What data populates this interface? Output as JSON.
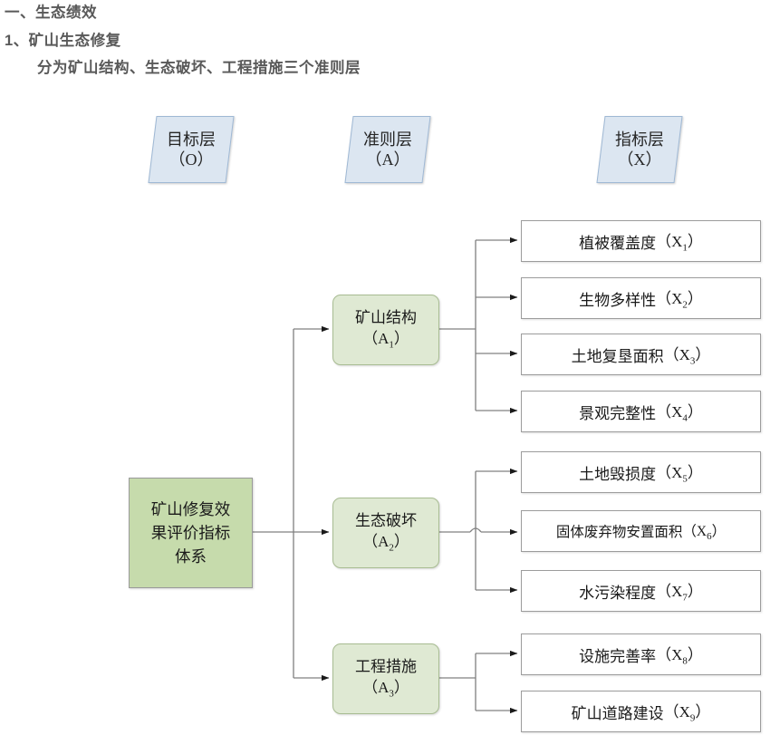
{
  "headings": {
    "line1": "一、生态绩效",
    "line2": "1、矿山生态修复",
    "line3": "分为矿山结构、生态破坏、工程措施三个准则层"
  },
  "banners": [
    {
      "name": "goal-layer",
      "title": "目标层",
      "code": "（O）"
    },
    {
      "name": "criteria-layer",
      "title": "准则层",
      "code": "（A）"
    },
    {
      "name": "indicator-layer",
      "title": "指标层",
      "code": "（X）"
    }
  ],
  "goal": {
    "label": "矿山修复效果评价指标体系",
    "line1": "矿山修复效",
    "line2": "果评价指标",
    "line3": "体系"
  },
  "criteria": [
    {
      "id": "A1",
      "name": "矿山结构",
      "code_prefix": "（A",
      "code_sub": "1",
      "code_suffix": "）"
    },
    {
      "id": "A2",
      "name": "生态破坏",
      "code_prefix": "（A",
      "code_sub": "2",
      "code_suffix": "）"
    },
    {
      "id": "A3",
      "name": "工程措施",
      "code_prefix": "（A",
      "code_sub": "3",
      "code_suffix": "）"
    }
  ],
  "indicators": [
    {
      "id": "X1",
      "parent": "A1",
      "name": "植被覆盖度",
      "code_prefix": "（X",
      "code_sub": "1",
      "code_suffix": "）"
    },
    {
      "id": "X2",
      "parent": "A1",
      "name": "生物多样性",
      "code_prefix": "（X",
      "code_sub": "2",
      "code_suffix": "）"
    },
    {
      "id": "X3",
      "parent": "A1",
      "name": "土地复垦面积",
      "code_prefix": "（X",
      "code_sub": "3",
      "code_suffix": "）"
    },
    {
      "id": "X4",
      "parent": "A1",
      "name": "景观完整性",
      "code_prefix": "（X",
      "code_sub": "4",
      "code_suffix": "）"
    },
    {
      "id": "X5",
      "parent": "A2",
      "name": "土地毁损度",
      "code_prefix": "（X",
      "code_sub": "5",
      "code_suffix": "）"
    },
    {
      "id": "X6",
      "parent": "A2",
      "name": "固体废弃物安置面积",
      "code_prefix": "（X",
      "code_sub": "6",
      "code_suffix": "）"
    },
    {
      "id": "X7",
      "parent": "A2",
      "name": "水污染程度",
      "code_prefix": "（X",
      "code_sub": "7",
      "code_suffix": "）"
    },
    {
      "id": "X8",
      "parent": "A3",
      "name": "设施完善率",
      "code_prefix": "（X",
      "code_sub": "8",
      "code_suffix": "）"
    },
    {
      "id": "X9",
      "parent": "A3",
      "name": "矿山道路建设",
      "code_prefix": "（X",
      "code_sub": "9",
      "code_suffix": "）"
    }
  ],
  "colors": {
    "heading_text": "#595959",
    "banner_fill": "#dce6f1",
    "banner_border": "#9fb8d4",
    "goal_fill": "#c6dbac",
    "goal_border": "#9a9a9a",
    "criteria_fill": "#dfe9d3",
    "criteria_border": "#a8bc92",
    "indicator_fill": "#ffffff",
    "indicator_border": "#9c9c9c",
    "connector": "#808080"
  }
}
